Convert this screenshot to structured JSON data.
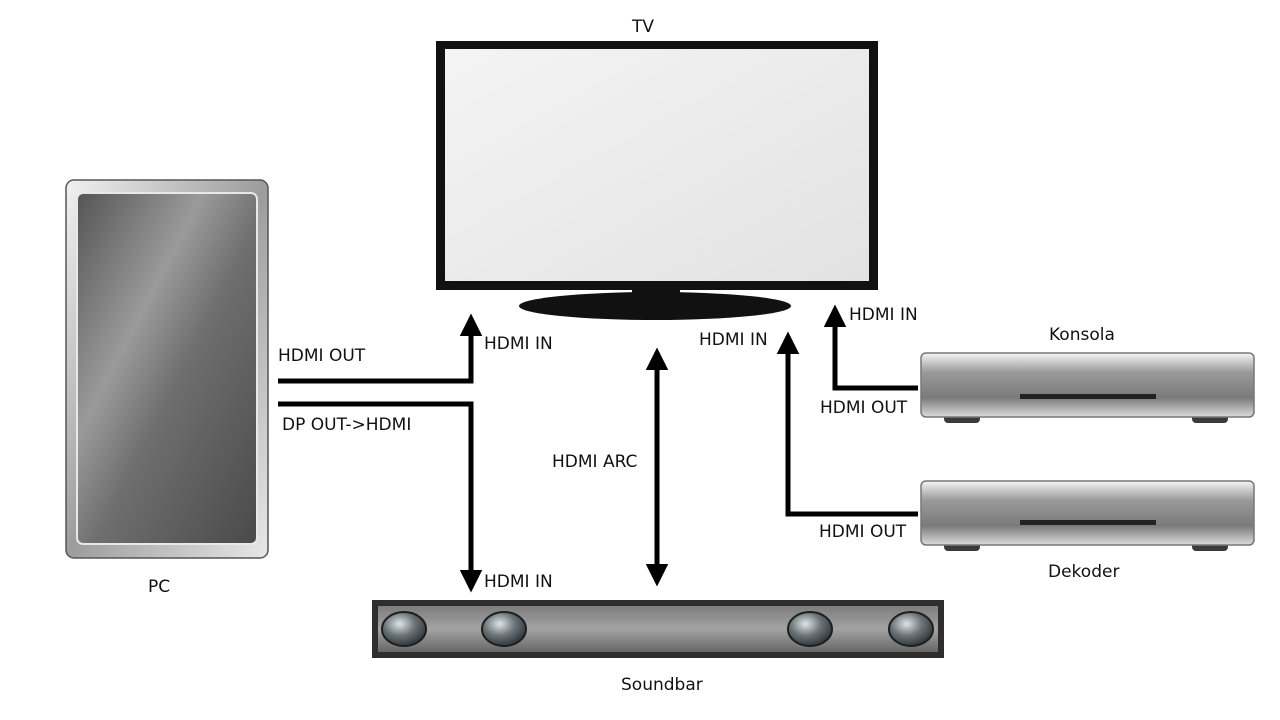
{
  "devices": {
    "tv": "TV",
    "pc": "PC",
    "konsola": "Konsola",
    "dekoder": "Dekoder",
    "soundbar": "Soundbar"
  },
  "connections": {
    "pc_hdmi_out": "HDMI OUT",
    "pc_dp_out": "DP OUT->HDMI",
    "tv_hdmi_in_pc": "HDMI IN",
    "soundbar_hdmi_in": "HDMI IN",
    "hdmi_arc": "HDMI ARC",
    "tv_hdmi_in_dekoder": "HDMI IN",
    "tv_hdmi_in_konsola": "HDMI IN",
    "konsola_hdmi_out": "HDMI OUT",
    "dekoder_hdmi_out": "HDMI OUT"
  },
  "colors": {
    "device_body": "#8a8a8a",
    "screen": "#eeeeee",
    "bezel": "#111111",
    "cable": "#000000"
  }
}
